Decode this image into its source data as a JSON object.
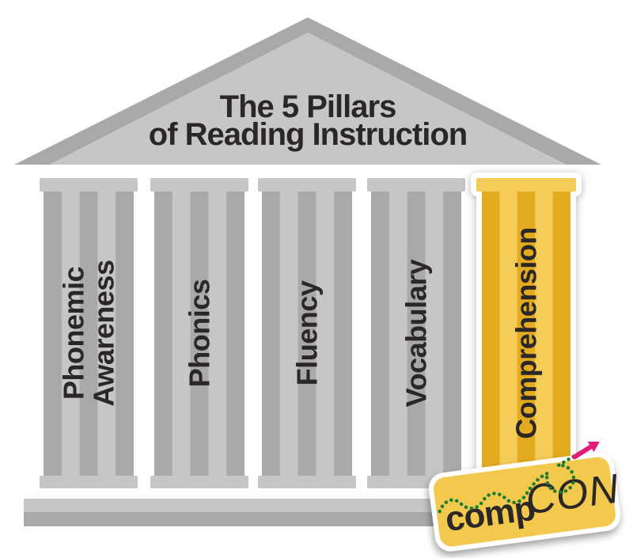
{
  "title": {
    "line1": "The 5 Pillars",
    "line2": "of Reading Instruction"
  },
  "pillars": [
    {
      "id": "phonemic-awareness",
      "lines": [
        "Phonemic",
        "Awareness"
      ],
      "highlighted": false
    },
    {
      "id": "phonics",
      "label": "Phonics",
      "highlighted": false
    },
    {
      "id": "fluency",
      "label": "Fluency",
      "highlighted": false
    },
    {
      "id": "vocabulary",
      "label": "Vocabulary",
      "highlighted": false
    },
    {
      "id": "comprehension",
      "label": "Comprehension",
      "highlighted": true
    }
  ],
  "logo": {
    "word_bold": "comp",
    "word_caps": "CON"
  },
  "colors": {
    "gray_dark": "#a9a9a9",
    "gray_light": "#c6c6c6",
    "gold_dark": "#e3ab1f",
    "gold_light": "#f6cc58",
    "ink": "#2b2627",
    "sticker_yellow": "#f2c94d",
    "swoosh_green": "#1e7c33",
    "arrow_pink": "#e31c79",
    "background": "#ffffff"
  }
}
